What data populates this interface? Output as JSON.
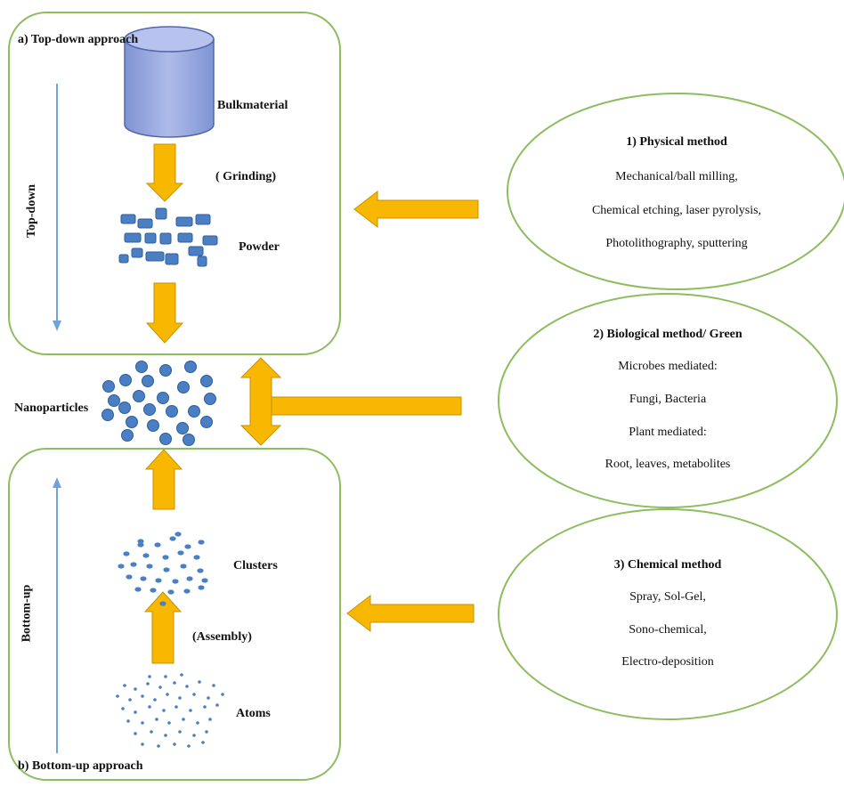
{
  "top_down": {
    "title": "a) Top-down approach",
    "side_label": "Top-down",
    "bulk_label": "Bulkmaterial",
    "step_label": "( Grinding)",
    "powder_label": "Powder"
  },
  "center": {
    "nanoparticles_label": "Nanoparticles"
  },
  "bottom_up": {
    "title": "b) Bottom-up approach",
    "side_label": "Bottom-up",
    "clusters_label": "Clusters",
    "step_label": "(Assembly)",
    "atoms_label": "Atoms"
  },
  "methods": [
    {
      "title": "1) Physical method",
      "lines": [
        "Mechanical/ball milling,",
        "Chemical etching, laser pyrolysis,",
        "Photolithography, sputtering"
      ]
    },
    {
      "title": "2) Biological method/ Green",
      "lines": [
        "Microbes mediated:",
        "Fungi, Bacteria",
        "Plant mediated:",
        "Root, leaves, metabolites"
      ]
    },
    {
      "title": "3) Chemical method",
      "lines": [
        "Spray, Sol-Gel,",
        "Sono-chemical,",
        "Electro-deposition"
      ]
    }
  ],
  "colors": {
    "box_border": "#8dbd5e",
    "ellipse_border": "#8dbd5e",
    "arrow_fill": "#f8b700",
    "arrow_stroke": "#c79200",
    "particle": "#4b7fc4",
    "particle_stroke": "#2e5e9c",
    "axis_line": "#6fa3d9"
  }
}
